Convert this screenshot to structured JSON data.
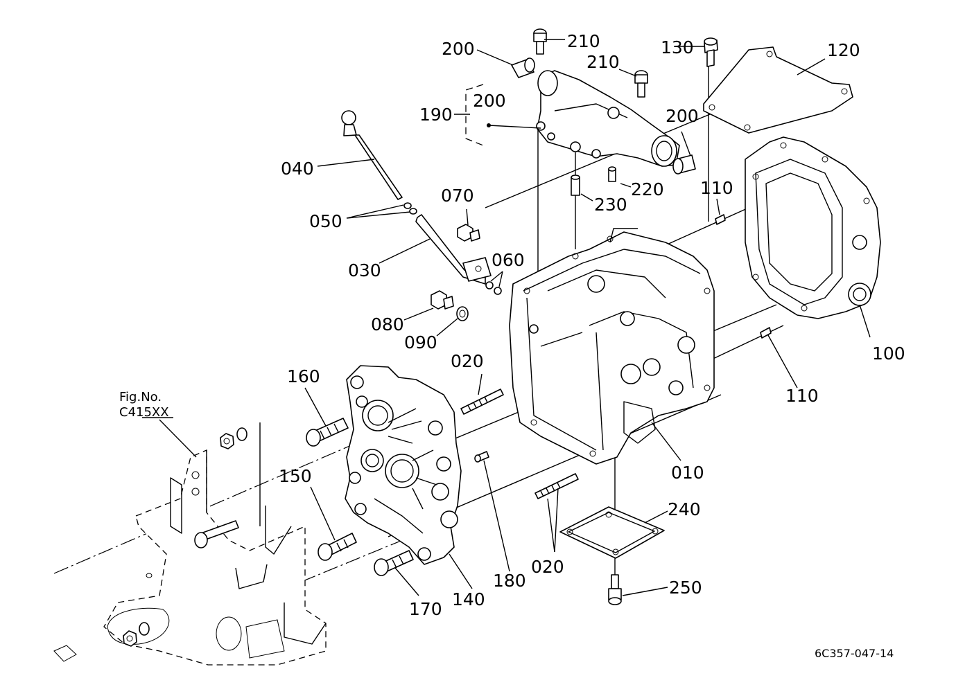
{
  "diagram": {
    "drawing_code": "6C357-047-14",
    "reference": {
      "line1": "Fig.No.",
      "line2": "C415XX"
    },
    "callouts": [
      {
        "id": "010",
        "label": "010"
      },
      {
        "id": "020a",
        "label": "020"
      },
      {
        "id": "020b",
        "label": "020"
      },
      {
        "id": "030",
        "label": "030"
      },
      {
        "id": "040",
        "label": "040"
      },
      {
        "id": "050",
        "label": "050"
      },
      {
        "id": "060",
        "label": "060"
      },
      {
        "id": "070",
        "label": "070"
      },
      {
        "id": "080",
        "label": "080"
      },
      {
        "id": "090",
        "label": "090"
      },
      {
        "id": "100",
        "label": "100"
      },
      {
        "id": "110a",
        "label": "110"
      },
      {
        "id": "110b",
        "label": "110"
      },
      {
        "id": "120",
        "label": "120"
      },
      {
        "id": "130",
        "label": "130"
      },
      {
        "id": "140",
        "label": "140"
      },
      {
        "id": "150",
        "label": "150"
      },
      {
        "id": "160",
        "label": "160"
      },
      {
        "id": "170",
        "label": "170"
      },
      {
        "id": "180",
        "label": "180"
      },
      {
        "id": "190",
        "label": "190"
      },
      {
        "id": "200a",
        "label": "200"
      },
      {
        "id": "200b",
        "label": "200"
      },
      {
        "id": "200c",
        "label": "200"
      },
      {
        "id": "210a",
        "label": "210"
      },
      {
        "id": "210b",
        "label": "210"
      },
      {
        "id": "220",
        "label": "220"
      },
      {
        "id": "230",
        "label": "230"
      },
      {
        "id": "240",
        "label": "240"
      },
      {
        "id": "250",
        "label": "250"
      }
    ]
  }
}
